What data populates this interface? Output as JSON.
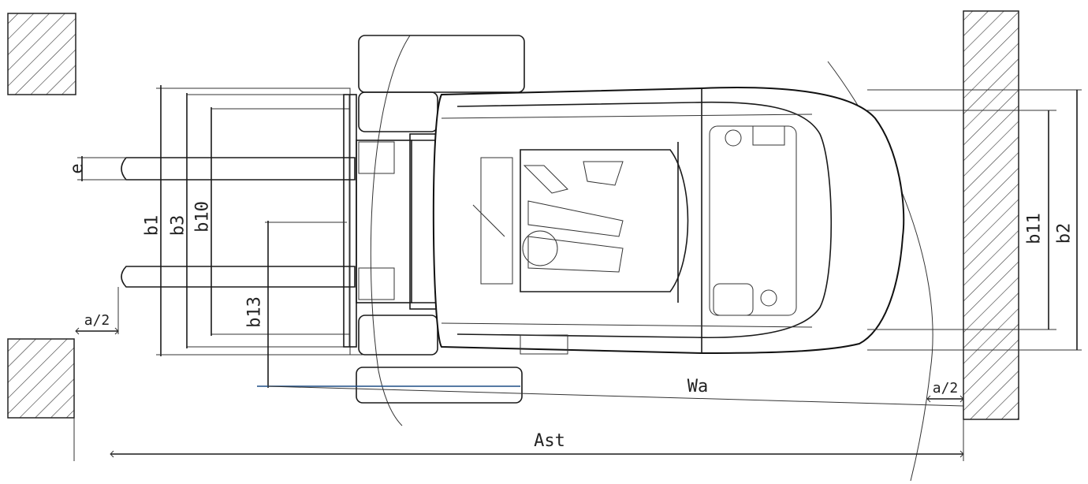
{
  "labels": {
    "e": "e",
    "b1": "b1",
    "b3": "b3",
    "b10": "b10",
    "b13": "b13",
    "b11": "b11",
    "b2": "b2",
    "a_half_left": "a/2",
    "a_half_right": "a/2",
    "wa": "Wa",
    "ast": "Ast"
  }
}
